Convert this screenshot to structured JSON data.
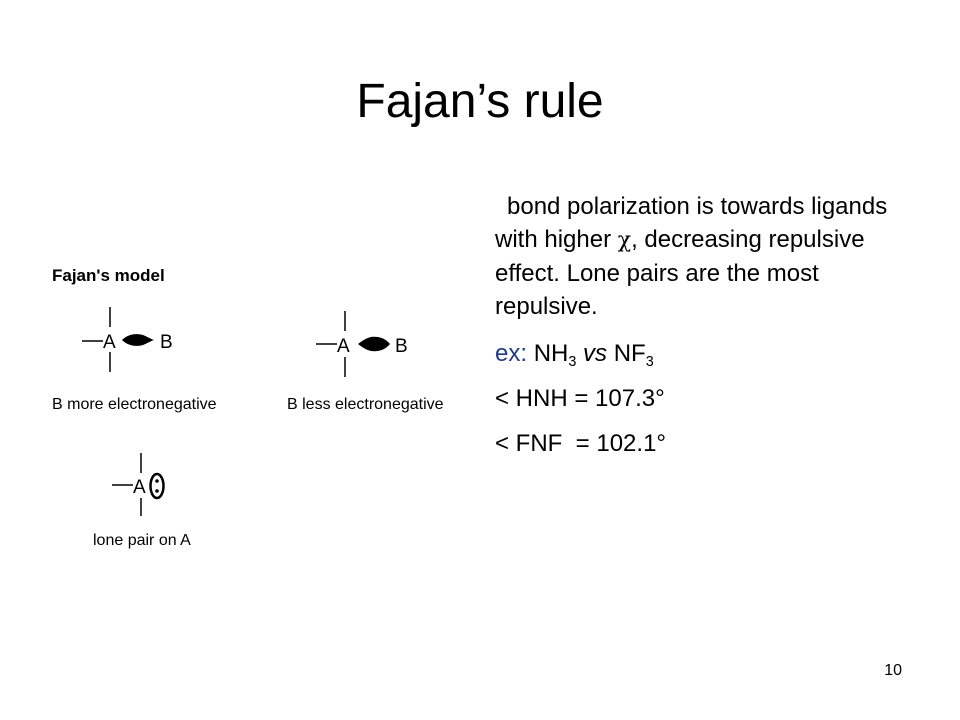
{
  "slide": {
    "title": "Fajan’s rule",
    "page_number": "10"
  },
  "diagram": {
    "heading": "Fajan's model",
    "atom_a": "A",
    "atom_b": "B",
    "caption_more": "B more electronegative",
    "caption_less": "B less electronegative",
    "caption_lone_pair": "lone pair on A"
  },
  "body": {
    "para_1_before_chi": "bond polarization is towards ligands with higher ",
    "chi_symbol": "χ",
    "para_1_after_chi": ", decreasing repulsive effect. Lone pairs are the most repulsive.",
    "ex_label": "ex:",
    "nh_prefix": "NH",
    "nh_sub": "3",
    "vs": "vs",
    "nf_prefix": "NF",
    "nf_sub": "3",
    "angle_hnh": "< HNH = 107.3°",
    "angle_fnf": "< FNF  = 102.1°"
  },
  "colors": {
    "ex_label": "#1f3a8a"
  }
}
